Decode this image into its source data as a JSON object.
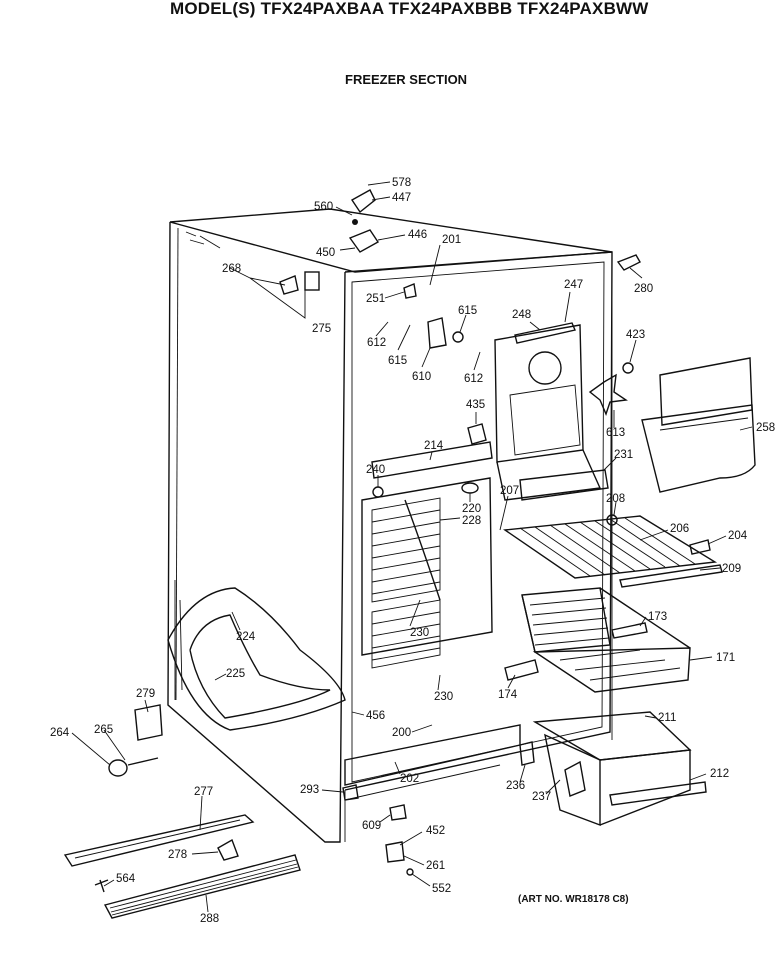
{
  "header": {
    "models": "MODEL(S) TFX24PAXBAA  TFX24PAXBBB  TFX24PAXBWW",
    "section": "FREEZER SECTION",
    "art_no": "(ART NO. WR18178 C8)"
  },
  "parts": [
    {
      "id": "p578",
      "label": "578"
    },
    {
      "id": "p447",
      "label": "447"
    },
    {
      "id": "p560",
      "label": "560"
    },
    {
      "id": "p446",
      "label": "446"
    },
    {
      "id": "p450",
      "label": "450"
    },
    {
      "id": "p201",
      "label": "201"
    },
    {
      "id": "p268",
      "label": "268"
    },
    {
      "id": "p280",
      "label": "280"
    },
    {
      "id": "p251",
      "label": "251"
    },
    {
      "id": "p247",
      "label": "247"
    },
    {
      "id": "p615a",
      "label": "615"
    },
    {
      "id": "p248",
      "label": "248"
    },
    {
      "id": "p275",
      "label": "275"
    },
    {
      "id": "p612a",
      "label": "612"
    },
    {
      "id": "p423",
      "label": "423"
    },
    {
      "id": "p615b",
      "label": "615"
    },
    {
      "id": "p612b",
      "label": "612"
    },
    {
      "id": "p610",
      "label": "610"
    },
    {
      "id": "p435",
      "label": "435"
    },
    {
      "id": "p613",
      "label": "613"
    },
    {
      "id": "p258",
      "label": "258"
    },
    {
      "id": "p214",
      "label": "214"
    },
    {
      "id": "p231",
      "label": "231"
    },
    {
      "id": "p240",
      "label": "240"
    },
    {
      "id": "p207",
      "label": "207"
    },
    {
      "id": "p208",
      "label": "208"
    },
    {
      "id": "p220",
      "label": "220"
    },
    {
      "id": "p228",
      "label": "228"
    },
    {
      "id": "p206",
      "label": "206"
    },
    {
      "id": "p204",
      "label": "204"
    },
    {
      "id": "p209",
      "label": "209"
    },
    {
      "id": "p173",
      "label": "173"
    },
    {
      "id": "p224",
      "label": "224"
    },
    {
      "id": "p230a",
      "label": "230"
    },
    {
      "id": "p225",
      "label": "225"
    },
    {
      "id": "p171",
      "label": "171"
    },
    {
      "id": "p279",
      "label": "279"
    },
    {
      "id": "p230b",
      "label": "230"
    },
    {
      "id": "p174",
      "label": "174"
    },
    {
      "id": "p456",
      "label": "456"
    },
    {
      "id": "p211",
      "label": "211"
    },
    {
      "id": "p264",
      "label": "264"
    },
    {
      "id": "p265",
      "label": "265"
    },
    {
      "id": "p200",
      "label": "200"
    },
    {
      "id": "p212",
      "label": "212"
    },
    {
      "id": "p202",
      "label": "202"
    },
    {
      "id": "p236",
      "label": "236"
    },
    {
      "id": "p237",
      "label": "237"
    },
    {
      "id": "p277",
      "label": "277"
    },
    {
      "id": "p293",
      "label": "293"
    },
    {
      "id": "p609",
      "label": "609"
    },
    {
      "id": "p452",
      "label": "452"
    },
    {
      "id": "p278",
      "label": "278"
    },
    {
      "id": "p261",
      "label": "261"
    },
    {
      "id": "p564",
      "label": "564"
    },
    {
      "id": "p552",
      "label": "552"
    },
    {
      "id": "p288",
      "label": "288"
    }
  ]
}
